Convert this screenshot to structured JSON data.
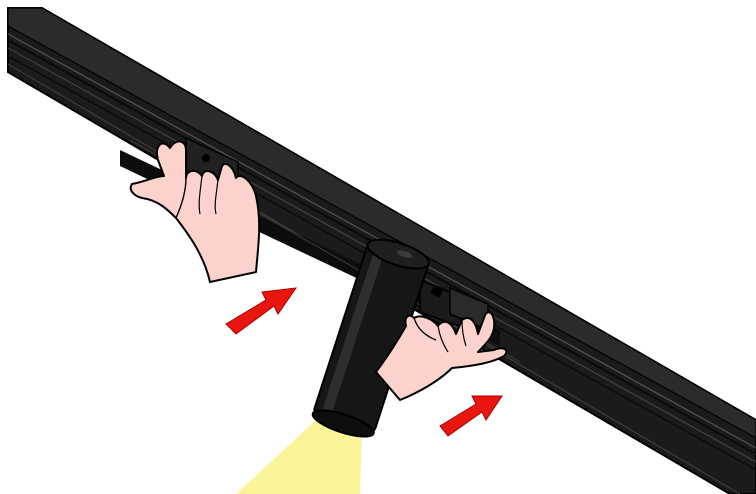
{
  "figure": {
    "kind": "installation-illustration",
    "colors": {
      "background": "#ffffff",
      "rail": "#1c1c1c",
      "rail_highlight": "#3a3a3a",
      "spot_body": "#151515",
      "hand_fill": "#fcd3cc",
      "arrow_fill": "#e8160f",
      "light_beam": "#fbf59a"
    },
    "arrows": [
      {
        "name": "push-arrow-left",
        "direction": "up-right"
      },
      {
        "name": "push-arrow-right",
        "direction": "up-right"
      }
    ],
    "icons": [
      "track-rail",
      "track-spotlight",
      "left-hand",
      "right-hand",
      "light-beam"
    ]
  }
}
